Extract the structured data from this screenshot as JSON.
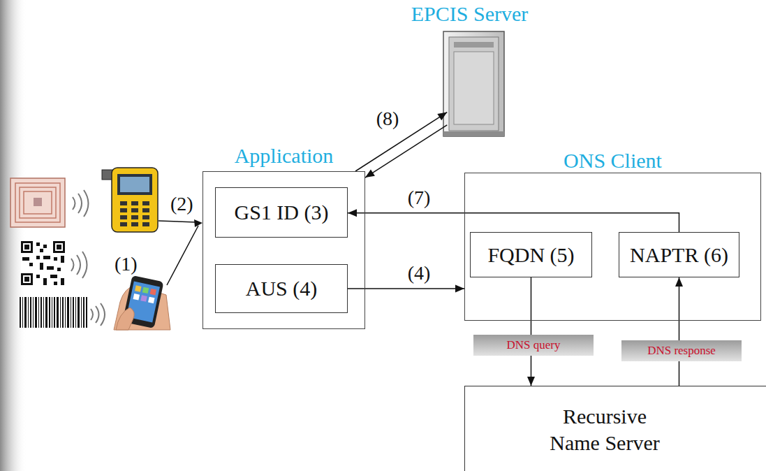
{
  "diagram": {
    "nodes": [
      {
        "text": [
          "EPCIS Server"
        ]
      },
      {
        "text": [
          "Application"
        ]
      },
      {
        "text": [
          "GS1 ID (3)"
        ],
        "in": 1
      },
      {
        "text": [
          "AUS (4)"
        ],
        "in": 1
      },
      {
        "text": [
          "ONS Client"
        ]
      },
      {
        "text": [
          "FQDN (5)"
        ],
        "in": 4
      },
      {
        "text": [
          "NAPTR (6)"
        ],
        "in": 4
      },
      {
        "text": [
          "Recursive Name Server"
        ]
      }
    ],
    "edges": [
      {
        "from": 1,
        "to": 0,
        "arrow": "to",
        "label": "(8)"
      },
      {
        "from": 0,
        "to": 1,
        "arrow": "to"
      },
      {
        "from": 6,
        "to": 2,
        "arrow": "to",
        "label": "(7)"
      },
      {
        "from": 3,
        "to": 4,
        "arrow": "to",
        "label": "(4)"
      },
      {
        "from": 5,
        "to": 7,
        "arrow": "to",
        "label": "DNS query"
      },
      {
        "from": 7,
        "to": 6,
        "arrow": "to",
        "label": "DNS response"
      }
    ],
    "labels": [
      "(1)",
      "(2)"
    ]
  }
}
